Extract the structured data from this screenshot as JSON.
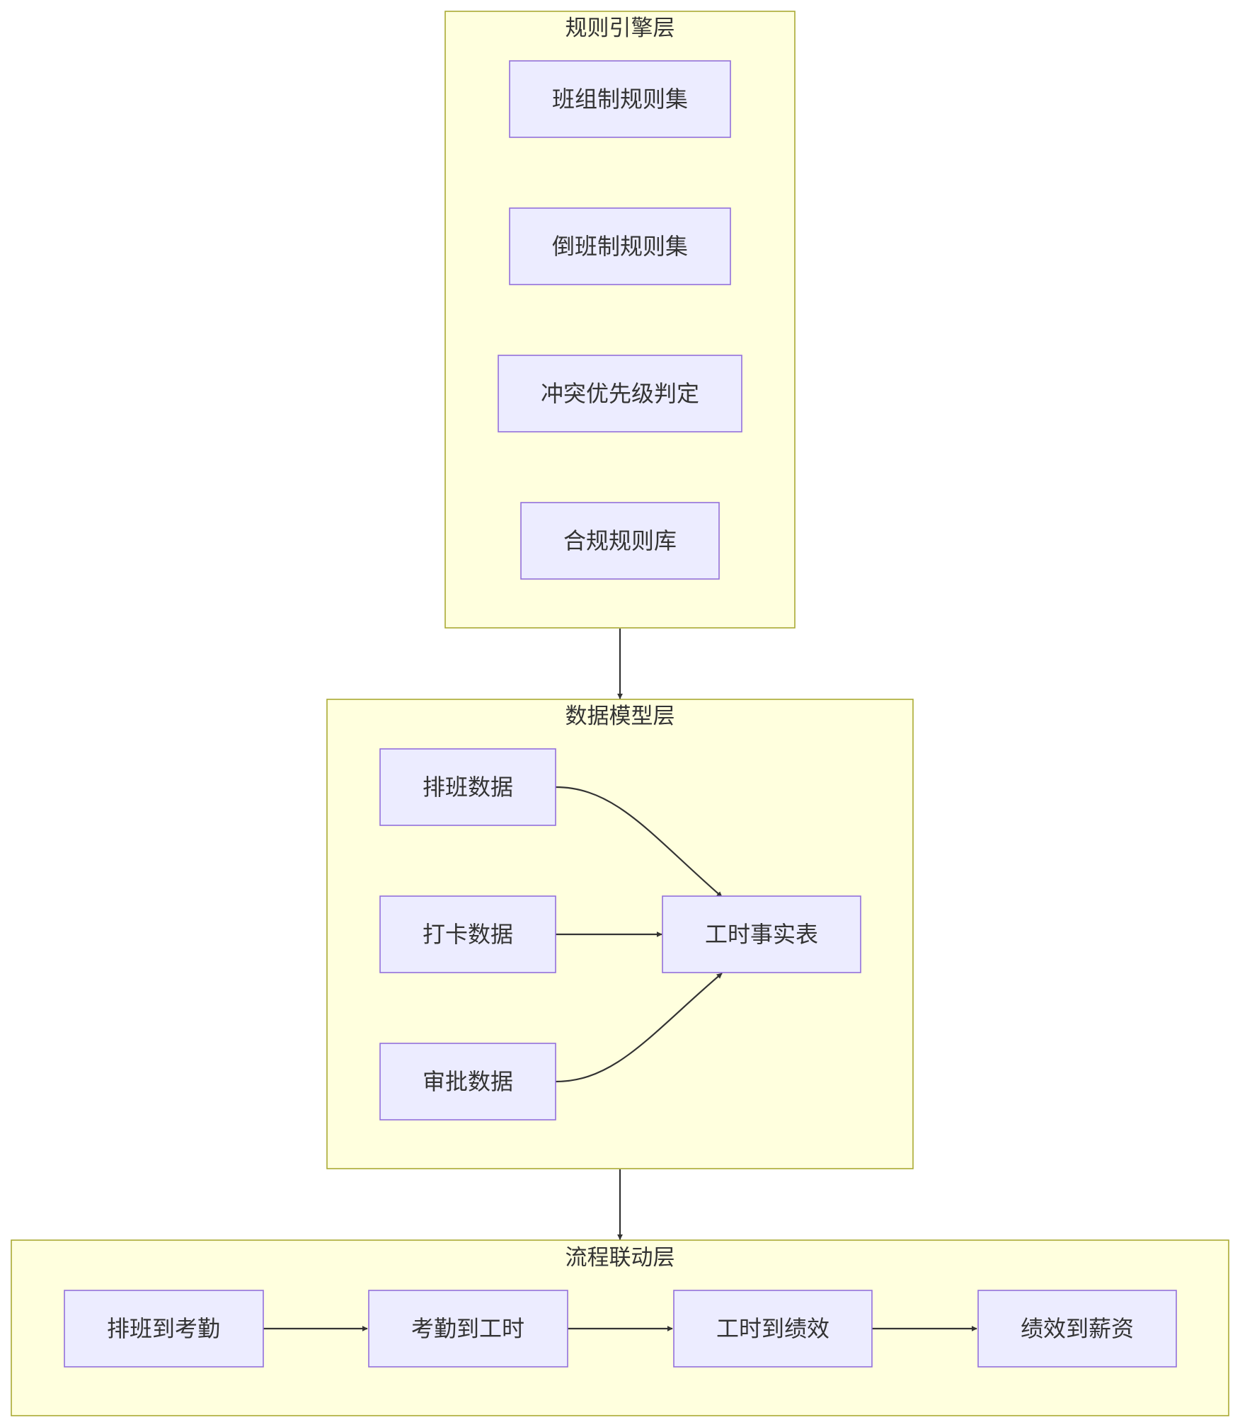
{
  "clusters": {
    "rule": {
      "title": "规则引擎层",
      "nodes": [
        "班组制规则集",
        "倒班制规则集",
        "冲突优先级判定",
        "合规规则库"
      ]
    },
    "data_model": {
      "title": "数据模型层",
      "nodes": {
        "schedule": "排班数据",
        "clock": "打卡数据",
        "approval": "审批数据",
        "fact": "工时事实表"
      }
    },
    "process": {
      "title": "流程联动层",
      "nodes": [
        "排班到考勤",
        "考勤到工时",
        "工时到绩效",
        "绩效到薪资"
      ]
    }
  },
  "colors": {
    "cluster_fill": "#ffffde",
    "cluster_stroke": "#aaaa33",
    "node_fill": "#ececff",
    "node_stroke": "#9370db",
    "edge": "#333333",
    "text": "#333333"
  }
}
